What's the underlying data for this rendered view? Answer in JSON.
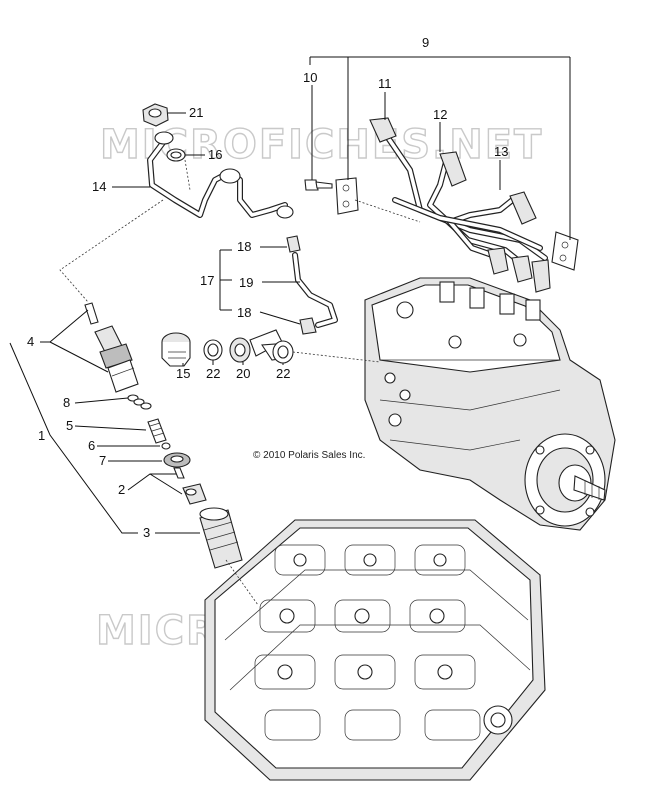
{
  "watermarks": [
    "MICROFICHES.NET",
    "MICROFICHES.NET"
  ],
  "copyright": "© 2010 Polaris Sales Inc.",
  "callouts": [
    "9",
    "10",
    "11",
    "12",
    "13",
    "21",
    "16",
    "14",
    "18",
    "17",
    "19",
    "18",
    "4",
    "15",
    "22",
    "20",
    "22",
    "8",
    "1",
    "5",
    "6",
    "7",
    "2",
    "3"
  ]
}
